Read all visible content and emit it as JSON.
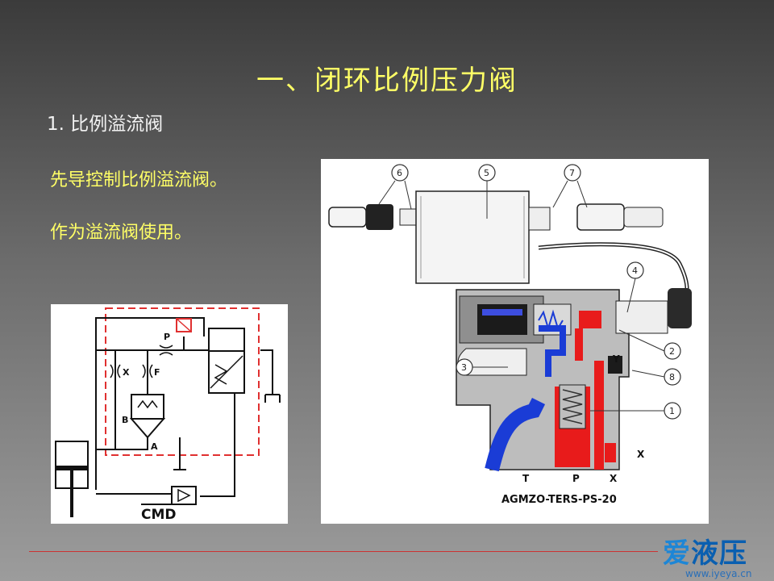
{
  "slide": {
    "title": "一、闭环比例压力阀",
    "subtitle": "1. 比例溢流阀",
    "bullets": [
      "先导控制比例溢流阀。",
      "作为溢流阀使用。"
    ]
  },
  "schematic": {
    "labels": {
      "p": "P",
      "x": "X",
      "f": "F",
      "b": "B",
      "a": "A",
      "cmd": "CMD"
    }
  },
  "valve_drawing": {
    "callouts": [
      "6",
      "5",
      "7",
      "4",
      "2",
      "3",
      "8",
      "1"
    ],
    "port_labels": [
      "T",
      "P",
      "X"
    ],
    "side_labels": [
      "Y",
      "X"
    ],
    "model": "AGMZO-TERS-PS-20"
  },
  "branding": {
    "logo": {
      "part1": "爱",
      "part2": "液压"
    },
    "url": "www.iyeya.cn"
  },
  "colors": {
    "title": "#ffff66",
    "accent_red": "#cc3333",
    "brand_blue": "#0072c6"
  }
}
